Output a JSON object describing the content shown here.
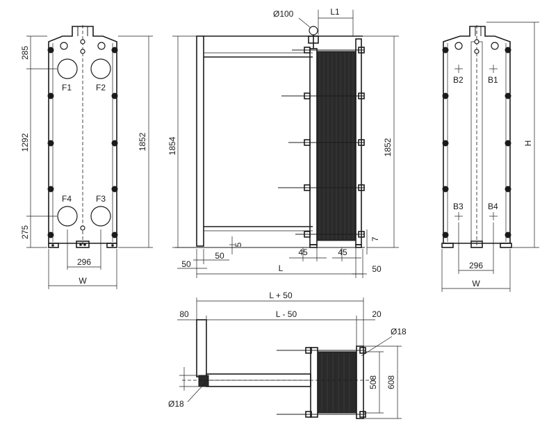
{
  "front_view": {
    "dims": {
      "top": "285",
      "middle": "1292",
      "bottom": "275",
      "height": "1852",
      "port_spacing": "296",
      "width": "W"
    },
    "ports": [
      "F1",
      "F2",
      "F4",
      "F3"
    ]
  },
  "side_view": {
    "dims": {
      "bolt_dia": "Ø100",
      "l1": "L1",
      "total_height": "1854",
      "pack_height": "1852",
      "gap_small": "5",
      "foot_left_1": "50",
      "foot_left_2": "50",
      "clearance_left": "45",
      "clearance_right": "45",
      "offset_right": "7",
      "length": "L",
      "foot_right": "50"
    }
  },
  "back_view": {
    "dims": {
      "height": "H",
      "port_spacing": "296",
      "width": "W"
    },
    "ports": [
      "B2",
      "B1",
      "B3",
      "B4"
    ]
  },
  "top_view": {
    "dims": {
      "overall": "L + 50",
      "inner": "L - 50",
      "left_offset": "80",
      "right_offset": "20",
      "rod_dia_right": "Ø18",
      "rod_dia_left": "Ø18",
      "depth_inner": "508",
      "depth_outer": "608"
    }
  }
}
